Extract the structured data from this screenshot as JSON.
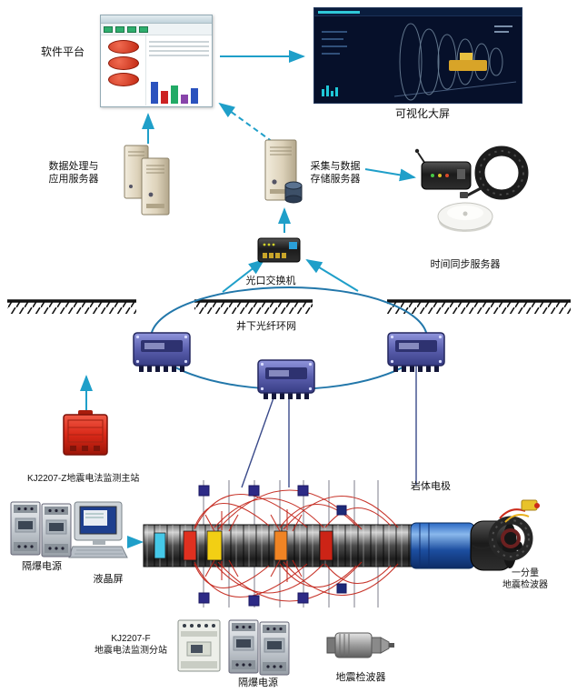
{
  "diagram": {
    "software_platform": "软件平台",
    "visualization_screen": "可视化大屏",
    "data_server_l1": "数据处理与",
    "data_server_l2": "应用服务器",
    "storage_server_l1": "采集与数据",
    "storage_server_l2": "存储服务器",
    "time_sync_server": "时间同步服务器",
    "optical_switch": "光口交换机",
    "fiber_ring": "井下光纤环网",
    "main_station": "KJ2207-Z地震电法监测主站",
    "rock_electrode": "岩体电极",
    "power_left": "隔爆电源",
    "lcd_screen": "液晶屏",
    "substation_l1": "KJ2207-F",
    "substation_l2": "地震电法监测分站",
    "power_bottom": "隔爆电源",
    "geophone": "地震检波器",
    "one_comp_l1": "一分量",
    "one_comp_l2": "地震检波器"
  },
  "colors": {
    "arrow": "#1f9fc9",
    "ring": "#2277aa",
    "field_line": "#c22015",
    "main_station_red": "#d92818",
    "substation_purple": "#5a5fae"
  }
}
